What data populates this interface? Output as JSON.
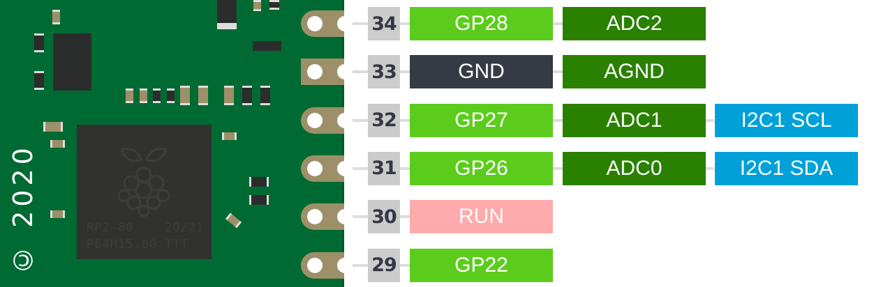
{
  "board": {
    "chip_line1": "RP2-80    20/21",
    "chip_line2": "P64M15.00 TTT",
    "copyright": "© 2020",
    "logo": "raspberry-pi-logo"
  },
  "colors": {
    "gpio": "#5ccc1c",
    "gnd": "#363a45",
    "adc": "#2a8000",
    "i2c": "#00a0d8",
    "run": "#ffaaac"
  },
  "pins": [
    {
      "number": "34",
      "name": "GP28",
      "type": "gpio",
      "alt1": "ADC2",
      "alt2": null,
      "pad": "round"
    },
    {
      "number": "33",
      "name": "GND",
      "type": "gnd",
      "alt1": "AGND",
      "alt2": null,
      "pad": "square"
    },
    {
      "number": "32",
      "name": "GP27",
      "type": "gpio",
      "alt1": "ADC1",
      "alt2": "I2C1 SCL",
      "pad": "round"
    },
    {
      "number": "31",
      "name": "GP26",
      "type": "gpio",
      "alt1": "ADC0",
      "alt2": "I2C1 SDA",
      "pad": "round"
    },
    {
      "number": "30",
      "name": "RUN",
      "type": "run",
      "alt1": null,
      "alt2": null,
      "pad": "round"
    },
    {
      "number": "29",
      "name": "GP22",
      "type": "gpio",
      "alt1": null,
      "alt2": null,
      "pad": "round"
    }
  ]
}
